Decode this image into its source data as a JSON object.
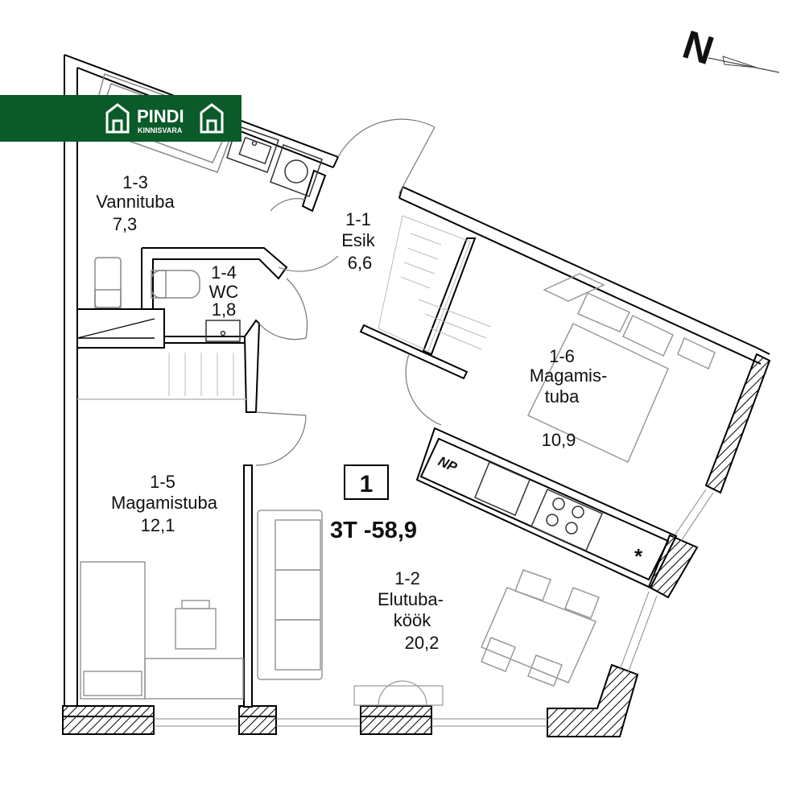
{
  "brand": {
    "name": "PINDI",
    "subtitle": "KINNISVARA",
    "color": "#0b5a2a"
  },
  "compass": {
    "letter": "N"
  },
  "apartment": {
    "number": "1",
    "type_area": "3T -58,9"
  },
  "rooms": {
    "esik": {
      "id": "1-1",
      "name": "Esik",
      "area": "6,6"
    },
    "elutuba": {
      "id": "1-2",
      "name_line1": "Elutuba-",
      "name_line2": "köök",
      "area": "20,2"
    },
    "vannituba": {
      "id": "1-3",
      "name": "Vannituba",
      "area": "7,3"
    },
    "wc": {
      "id": "1-4",
      "name": "WC",
      "area": "1,8"
    },
    "magamistuba5": {
      "id": "1-5",
      "name": "Magamistuba",
      "area": "12,1"
    },
    "magamistuba6": {
      "id": "1-6",
      "name_line1": "Magamis-",
      "name_line2": "tuba",
      "area": "10,9"
    }
  },
  "fixtures": {
    "np_label": "NP",
    "star_label": "*"
  },
  "colors": {
    "wall": "#000000",
    "wall_fill": "#ffffff",
    "furniture": "#9a9a9a"
  }
}
